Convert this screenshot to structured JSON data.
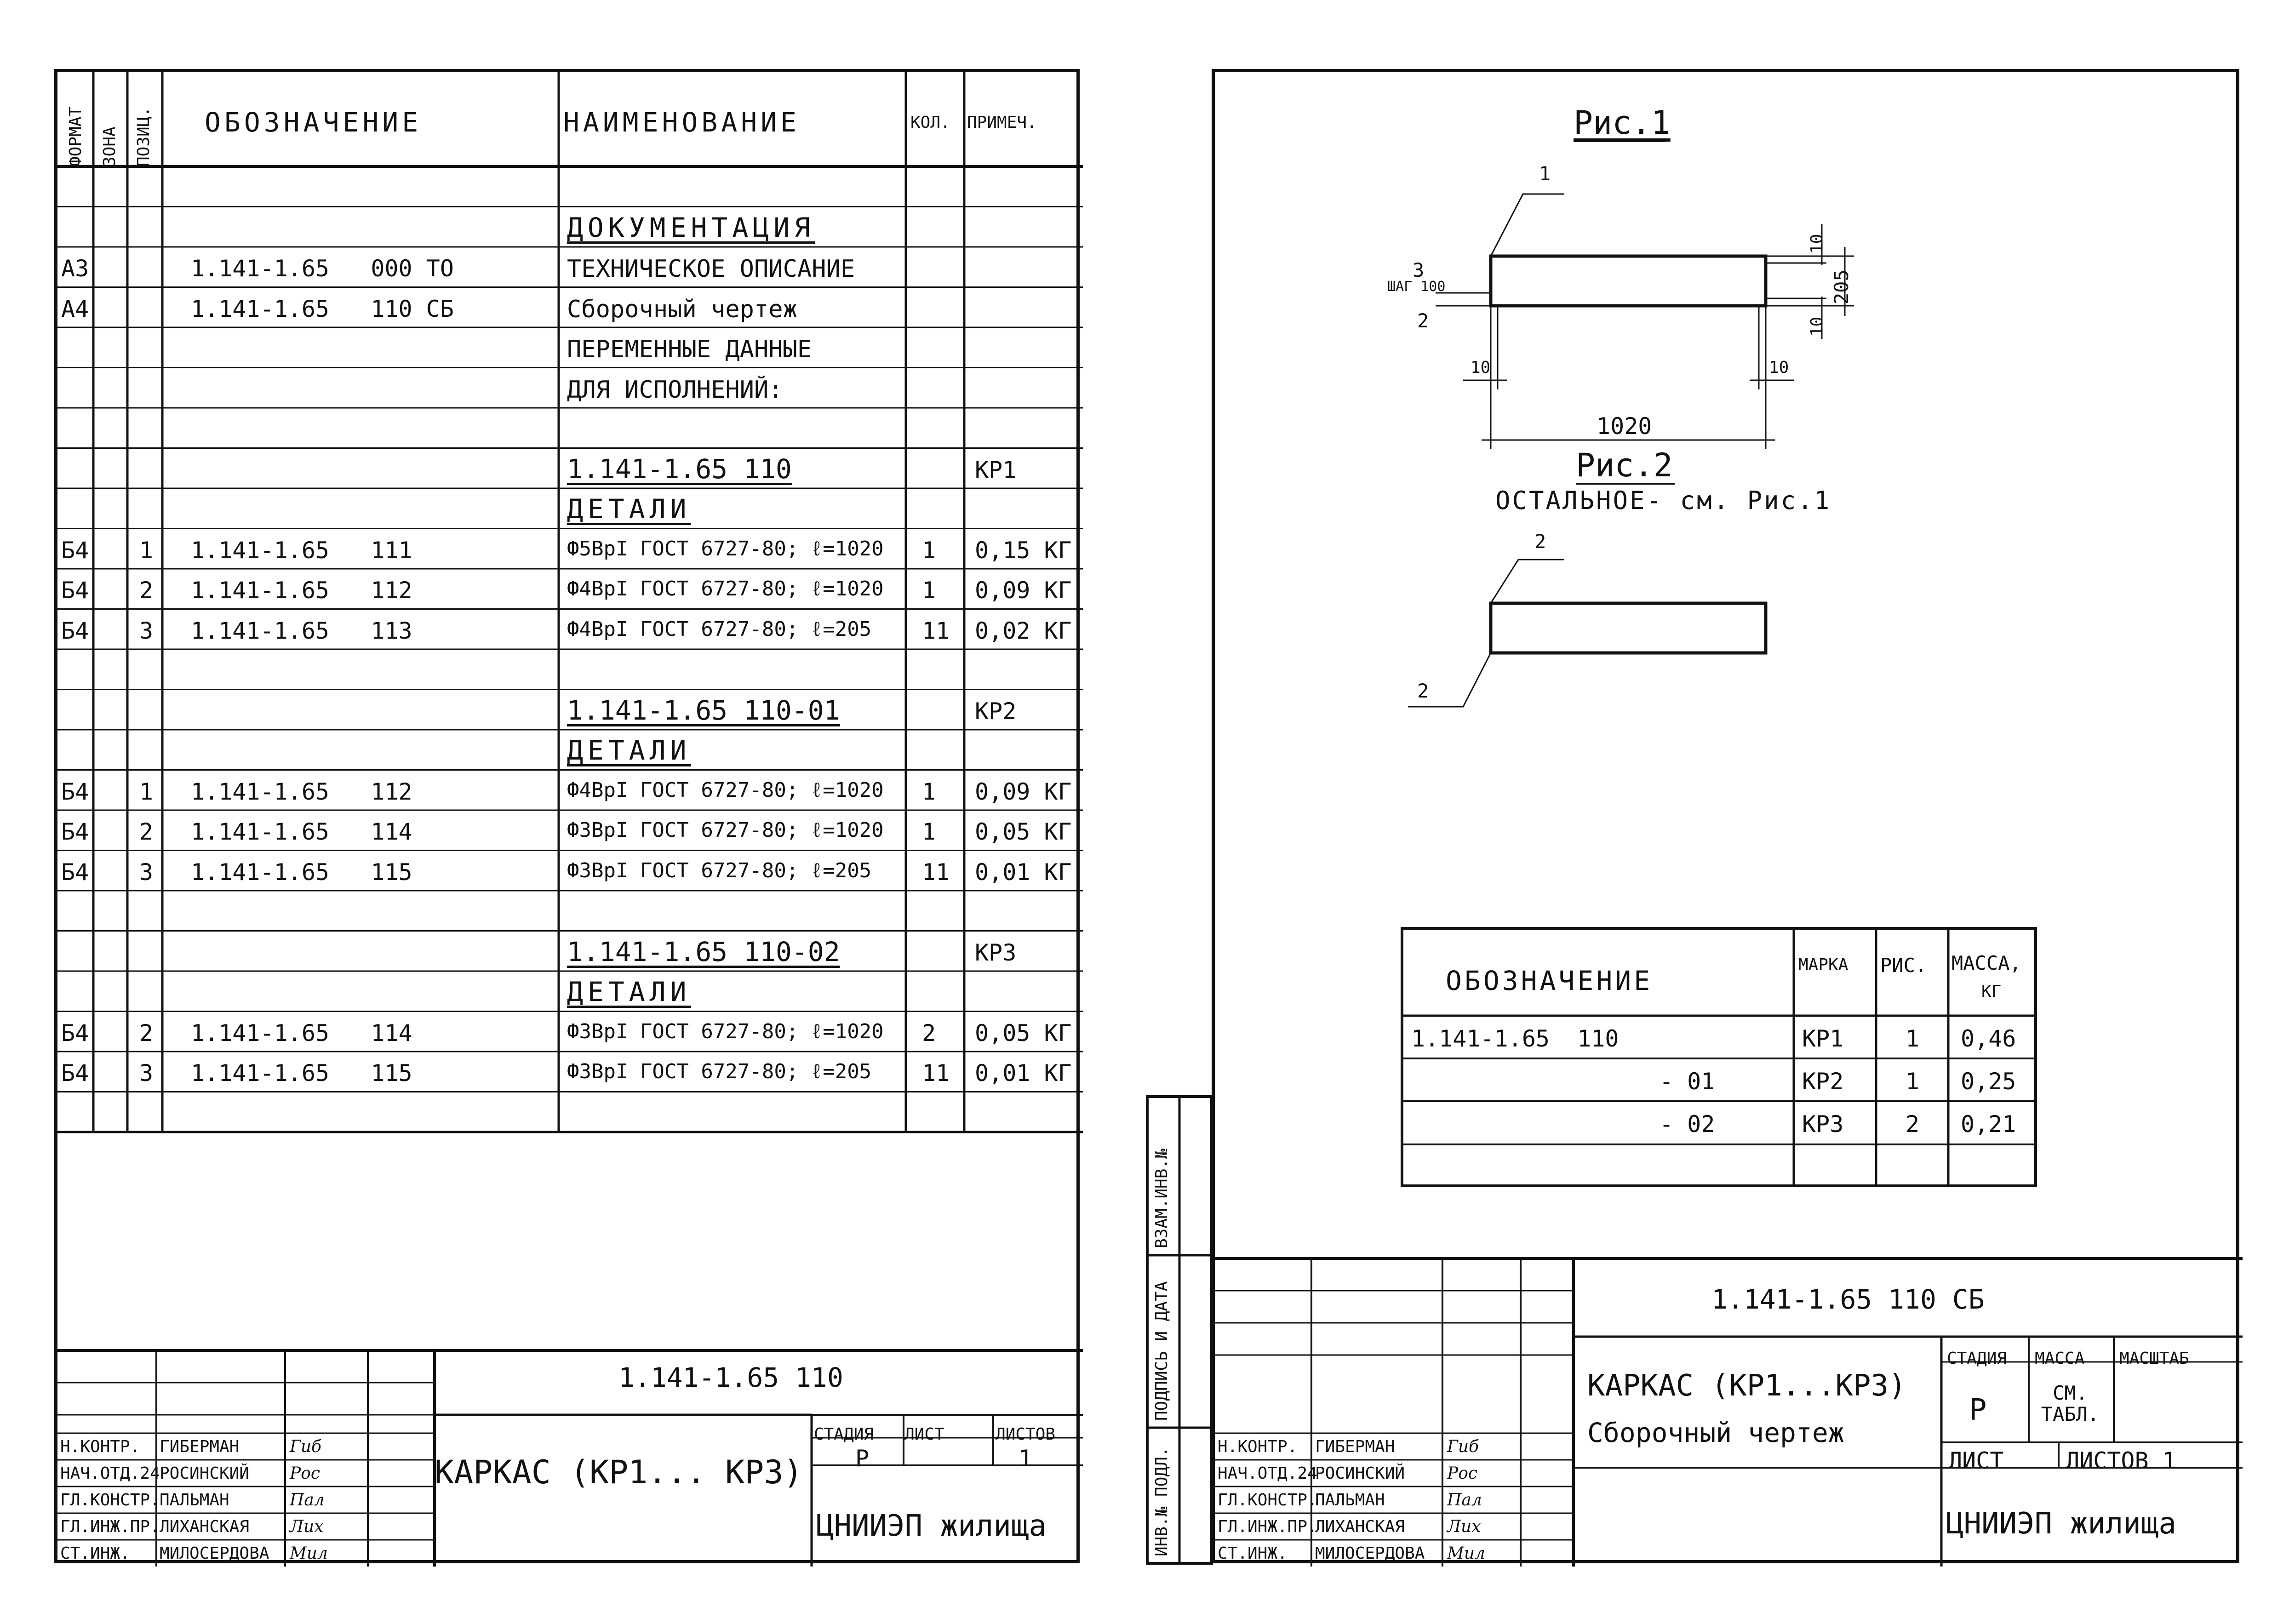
{
  "spec": {
    "headers": {
      "format": "ФОРМАТ",
      "zone": "ЗОНА",
      "pos": "ПОЗИЦ.",
      "designation": "ОБОЗНАЧЕНИЕ",
      "name": "НАИМЕНОВАНИЕ",
      "qty": "КОЛ.",
      "note": "ПРИМЕЧ."
    },
    "rows": [
      {
        "format": "",
        "pos": "",
        "designation": "",
        "name": "",
        "qty": "",
        "note": ""
      },
      {
        "format": "",
        "pos": "",
        "designation": "",
        "name": "ДОКУМЕНТАЦИЯ",
        "qty": "",
        "note": ""
      },
      {
        "format": "А3",
        "pos": "",
        "designation": "1.141-1.65   000 ТО",
        "name": "ТЕХНИЧЕСКОЕ ОПИСАНИЕ",
        "qty": "",
        "note": ""
      },
      {
        "format": "А4",
        "pos": "",
        "designation": "1.141-1.65   110 СБ",
        "name": "Сборочный чертеж",
        "qty": "",
        "note": ""
      },
      {
        "format": "",
        "pos": "",
        "designation": "",
        "name": "ПЕРЕМЕННЫЕ ДАННЫЕ",
        "qty": "",
        "note": ""
      },
      {
        "format": "",
        "pos": "",
        "designation": "",
        "name": "ДЛЯ ИСПОЛНЕНИЙ:",
        "qty": "",
        "note": ""
      },
      {
        "format": "",
        "pos": "",
        "designation": "",
        "name": "",
        "qty": "",
        "note": ""
      },
      {
        "format": "",
        "pos": "",
        "designation": "",
        "name": "1.141-1.65 110",
        "qty": "",
        "note": "КР1"
      },
      {
        "format": "",
        "pos": "",
        "designation": "",
        "name": "ДЕТАЛИ",
        "qty": "",
        "note": ""
      },
      {
        "format": "Б4",
        "pos": "1",
        "designation": "1.141-1.65   111",
        "name": "Ф5ВрI ГОСТ 6727-80; ℓ=1020",
        "qty": "1",
        "note": "0,15 КГ"
      },
      {
        "format": "Б4",
        "pos": "2",
        "designation": "1.141-1.65   112",
        "name": "Ф4ВрI ГОСТ 6727-80; ℓ=1020",
        "qty": "1",
        "note": "0,09 КГ"
      },
      {
        "format": "Б4",
        "pos": "3",
        "designation": "1.141-1.65   113",
        "name": "Ф4ВрI ГОСТ 6727-80; ℓ=205",
        "qty": "11",
        "note": "0,02 КГ"
      },
      {
        "format": "",
        "pos": "",
        "designation": "",
        "name": "",
        "qty": "",
        "note": ""
      },
      {
        "format": "",
        "pos": "",
        "designation": "",
        "name": "1.141-1.65 110-01",
        "qty": "",
        "note": "КР2"
      },
      {
        "format": "",
        "pos": "",
        "designation": "",
        "name": "ДЕТАЛИ",
        "qty": "",
        "note": ""
      },
      {
        "format": "Б4",
        "pos": "1",
        "designation": "1.141-1.65   112",
        "name": "Ф4ВрI ГОСТ 6727-80; ℓ=1020",
        "qty": "1",
        "note": "0,09 КГ"
      },
      {
        "format": "Б4",
        "pos": "2",
        "designation": "1.141-1.65   114",
        "name": "Ф3ВрI ГОСТ 6727-80; ℓ=1020",
        "qty": "1",
        "note": "0,05 КГ"
      },
      {
        "format": "Б4",
        "pos": "3",
        "designation": "1.141-1.65   115",
        "name": "Ф3ВрI ГОСТ 6727-80; ℓ=205",
        "qty": "11",
        "note": "0,01 КГ"
      },
      {
        "format": "",
        "pos": "",
        "designation": "",
        "name": "",
        "qty": "",
        "note": ""
      },
      {
        "format": "",
        "pos": "",
        "designation": "",
        "name": "1.141-1.65 110-02",
        "qty": "",
        "note": "КР3"
      },
      {
        "format": "",
        "pos": "",
        "designation": "",
        "name": "ДЕТАЛИ",
        "qty": "",
        "note": ""
      },
      {
        "format": "Б4",
        "pos": "2",
        "designation": "1.141-1.65   114",
        "name": "Ф3ВрI ГОСТ 6727-80; ℓ=1020",
        "qty": "2",
        "note": "0,05 КГ"
      },
      {
        "format": "Б4",
        "pos": "3",
        "designation": "1.141-1.65   115",
        "name": "Ф3ВрI ГОСТ 6727-80; ℓ=205",
        "qty": "11",
        "note": "0,01 КГ"
      },
      {
        "format": "",
        "pos": "",
        "designation": "",
        "name": "",
        "qty": "",
        "note": ""
      }
    ]
  },
  "left_stamp": {
    "code": "1.141-1.65  110",
    "title": "КАРКАС (КР1... КР3)",
    "stage_label": "СТАДИЯ",
    "sheet_label": "ЛИСТ",
    "sheets_label": "ЛИСТОВ",
    "stage": "Р",
    "sheet": "1",
    "org": "ЦНИИЭП жилища",
    "people": [
      {
        "role": "Н.КОНТР.",
        "name": "ГИБЕРМАН",
        "sign": "Гиб"
      },
      {
        "role": "НАЧ.ОТД.24",
        "name": "РОСИНСКИЙ",
        "sign": "Рос"
      },
      {
        "role": "ГЛ.КОНСТР.",
        "name": "ПАЛЬМАН",
        "sign": "Пал"
      },
      {
        "role": "ГЛ.ИНЖ.ПР.",
        "name": "ЛИХАНСКАЯ",
        "sign": "Лих"
      },
      {
        "role": "СТ.ИНЖ.",
        "name": "МИЛОСЕРДОВА",
        "sign": "Мил"
      }
    ]
  },
  "drawing": {
    "fig1_title": "Рис.1",
    "fig2_title": "Рис.2",
    "fig2_note": "ОСТАЛЬНОЕ- см. Рис.1",
    "dims": {
      "length": "1020",
      "height": "205",
      "edge_top": "10",
      "edge_bottom": "10",
      "edge_left": "10",
      "edge_right": "10",
      "step": "ШАГ 100"
    },
    "callouts": {
      "p1": "1",
      "p2": "2",
      "p3": "3",
      "fig2_top": "2",
      "fig2_bottom": "2"
    }
  },
  "mass_table": {
    "headers": {
      "designation": "ОБОЗНАЧЕНИЕ",
      "mark": "МАРКА",
      "fig": "РИС.",
      "mass": "МАССА,",
      "mass_unit": "КГ"
    },
    "rows": [
      {
        "designation": "1.141-1.65  110",
        "mark": "КР1",
        "fig": "1",
        "mass": "0,46"
      },
      {
        "designation": "- 01",
        "mark": "КР2",
        "fig": "1",
        "mass": "0,25"
      },
      {
        "designation": "- 02",
        "mark": "КР3",
        "fig": "2",
        "mass": "0,21"
      },
      {
        "designation": "",
        "mark": "",
        "fig": "",
        "mass": ""
      }
    ]
  },
  "side_labels": {
    "inv_orig": "ИНВ.№ ПОДЛ.",
    "sign_date": "ПОДПИСЬ И ДАТА",
    "replace_inv": "ВЗАМ.ИНВ.№"
  },
  "right_stamp": {
    "code": "1.141-1.65  110  СБ",
    "title1": "КАРКАС (КР1...КР3)",
    "title2": "Сборочный чертеж",
    "stage_label": "СТАДИЯ",
    "mass_label": "МАССА",
    "scale_label": "МАСШТАБ",
    "stage": "Р",
    "mass": "СМ. ТАБЛ.",
    "sheet_label": "ЛИСТ",
    "sheets_label": "ЛИСТОВ 1",
    "org": "ЦНИИЭП жилища",
    "people": [
      {
        "role": "Н.КОНТР.",
        "name": "ГИБЕРМАН",
        "sign": "Гиб"
      },
      {
        "role": "НАЧ.ОТД.24",
        "name": "РОСИНСКИЙ",
        "sign": "Рос"
      },
      {
        "role": "ГЛ.КОНСТР.",
        "name": "ПАЛЬМАН",
        "sign": "Пал"
      },
      {
        "role": "ГЛ.ИНЖ.ПР.",
        "name": "ЛИХАНСКАЯ",
        "sign": "Лих"
      },
      {
        "role": "СТ.ИНЖ.",
        "name": "МИЛОСЕРДОВА",
        "sign": "Мил"
      }
    ]
  }
}
